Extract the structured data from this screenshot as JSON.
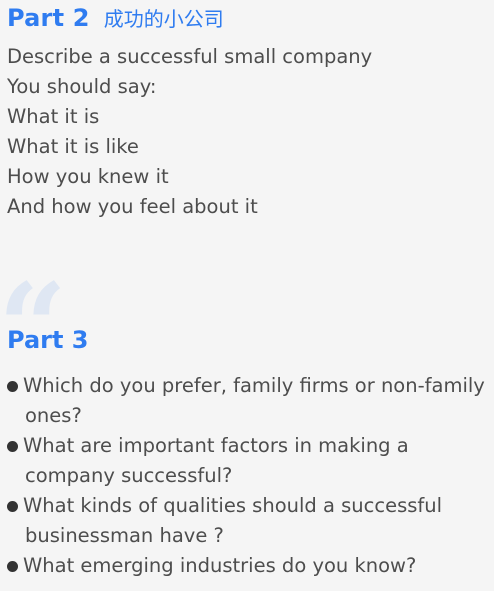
{
  "part2": {
    "title": "Part 2",
    "subtitle": "成功的小公司",
    "lines": [
      "Describe a successful small company",
      "You should say:",
      "What it is",
      "What it is like",
      "How you knew it",
      "And how you feel about it"
    ]
  },
  "quote_icon": "quotation-mark-icon",
  "part3": {
    "title": "Part 3",
    "questions": [
      [
        "Which do you prefer, family firms or non-family",
        "ones?"
      ],
      [
        "What are important factors in making a",
        "company successful?"
      ],
      [
        "What kinds of qualities should a successful",
        "businessman have ?"
      ],
      [
        "What emerging industries do you know?"
      ]
    ]
  },
  "colors": {
    "accent": "#2f7cf0",
    "text": "#4d4d4d",
    "background": "#f5f5f5",
    "quote_mark": "#dfe7f3"
  }
}
